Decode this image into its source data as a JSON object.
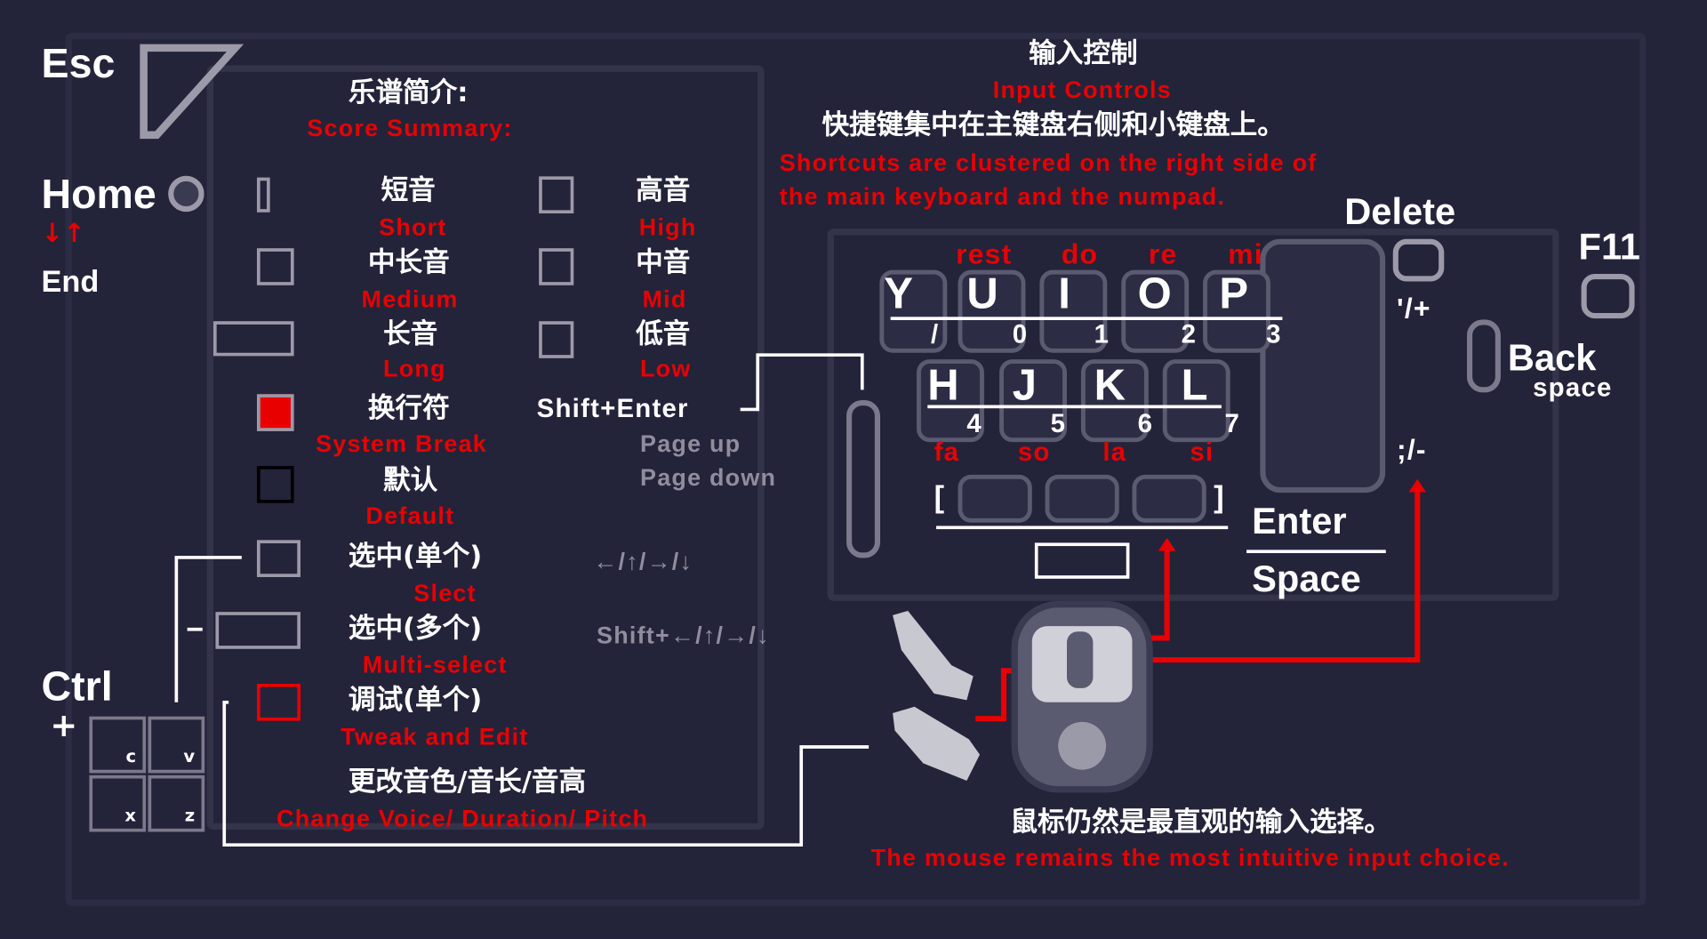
{
  "hotkeys": {
    "esc": "Esc",
    "home": "Home",
    "end": "End",
    "ctrl": "Ctrl",
    "plus": "+",
    "delete": "Delete",
    "f11": "F11",
    "back": "Back",
    "space_word": "space",
    "enter": "Enter",
    "space": "Space",
    "copy_keys": [
      "c",
      "v",
      "x",
      "z"
    ],
    "quote_plus": "'/+",
    "semicolon_minus": ";/-",
    "brackets_left": "[",
    "brackets_right": "]"
  },
  "score": {
    "title_zh": "乐谱简介:",
    "title_en": "Score Summary:",
    "durations": [
      {
        "zh": "短音",
        "en": "Short"
      },
      {
        "zh": "中长音",
        "en": "Medium"
      },
      {
        "zh": "长音",
        "en": "Long"
      }
    ],
    "pitches": [
      {
        "zh": "高音",
        "en": "High"
      },
      {
        "zh": "中音",
        "en": "Mid"
      },
      {
        "zh": "低音",
        "en": "Low"
      }
    ],
    "system_break": {
      "zh": "换行符",
      "en": "System Break",
      "key": "Shift+Enter"
    },
    "page_up": "Page up",
    "page_down": "Page down",
    "default": {
      "zh": "默认",
      "en": "Default"
    },
    "select": {
      "zh": "选中(单个)",
      "en": "Slect",
      "keys": "←/↑/→/↓"
    },
    "multi": {
      "zh": "选中(多个)",
      "en": "Multi-select",
      "keys": "Shift+←/↑/→/↓"
    },
    "tweak": {
      "zh": "调试(单个)",
      "en": "Tweak and Edit"
    },
    "change": {
      "zh": "更改音色/音长/音高",
      "en": "Change Voice/ Duration/ Pitch"
    }
  },
  "input": {
    "title_zh": "输入控制",
    "title_en": "Input Controls",
    "desc_zh": "快捷键集中在主键盘右侧和小键盘上。",
    "desc_en1": "Shortcuts are clustered on the right side of",
    "desc_en2": "the main keyboard and the numpad.",
    "top_notes": [
      "rest",
      "do",
      "re",
      "mi"
    ],
    "top_keys": [
      "Y",
      "U",
      "I",
      "O",
      "P"
    ],
    "top_nums": [
      "/",
      "0",
      "1",
      "2",
      "3"
    ],
    "mid_keys": [
      "H",
      "J",
      "K",
      "L"
    ],
    "mid_nums": [
      "4",
      "5",
      "6",
      "7"
    ],
    "bottom_notes": [
      "fa",
      "so",
      "la",
      "si"
    ],
    "mouse_zh": "鼠标仍然是最直观的输入选择。",
    "mouse_en": "The mouse remains the most intuitive input choice."
  },
  "colors": {
    "background": "#23233a",
    "accent": "#e80000",
    "text": "#ffffff",
    "muted": "#8e8e9e"
  }
}
